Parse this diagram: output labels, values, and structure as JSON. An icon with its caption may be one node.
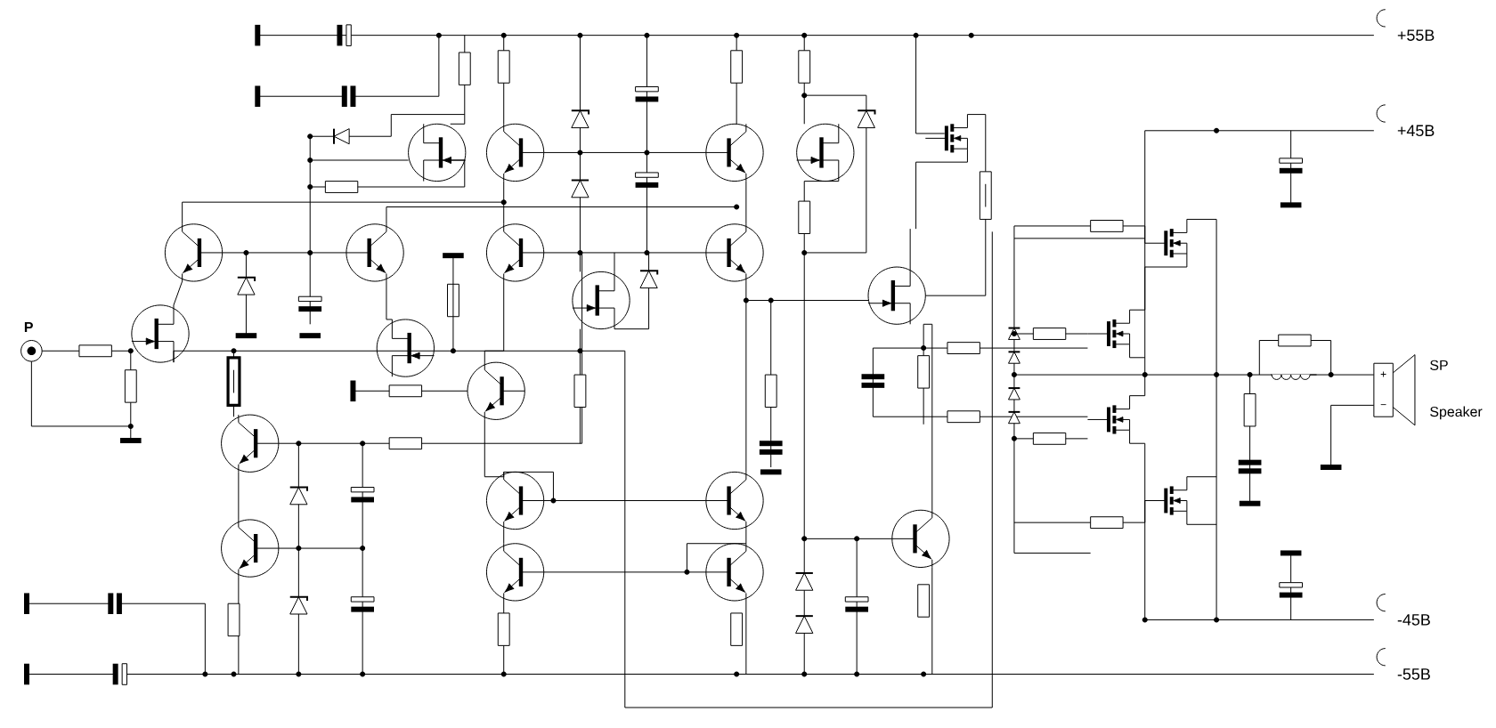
{
  "diagram": {
    "labels": [
      "+55B",
      "+45B",
      "P",
      "SP",
      "+",
      "−",
      "Speaker",
      "-45B",
      "-55B"
    ]
  }
}
